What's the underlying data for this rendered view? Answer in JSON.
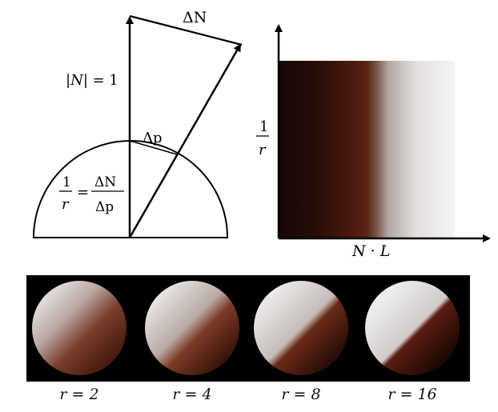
{
  "diagram": {
    "label_delta_N": "ΔN",
    "label_norm_left": "|",
    "label_norm_N": "N",
    "label_norm_right": "| = 1",
    "label_delta_p": "Δp",
    "eq_num_left": "1",
    "eq_den_left": "r",
    "eq_equals": "=",
    "eq_num_right": "ΔN",
    "eq_den_right": "Δp"
  },
  "lookup": {
    "y_label_num": "1",
    "y_label_den": "r",
    "x_label": "N · L",
    "ramp_colors": [
      "#140707",
      "#2a0b06",
      "#4a1a0e",
      "#5a2412",
      "#7a5a50",
      "#b0a6a2",
      "#e3e0df",
      "#f5f5f5"
    ]
  },
  "spheres": {
    "items": [
      {
        "label": "r = 2"
      },
      {
        "label": "r = 4"
      },
      {
        "label": "r = 8"
      },
      {
        "label": "r = 16"
      }
    ]
  }
}
